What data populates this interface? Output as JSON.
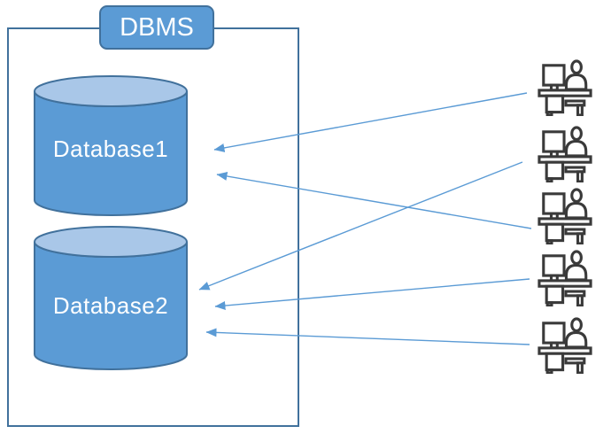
{
  "diagram": {
    "container_label": "DBMS",
    "databases": [
      {
        "id": "database1",
        "label": "Database1",
        "shape": "cylinder"
      },
      {
        "id": "database2",
        "label": "Database2",
        "shape": "cylinder"
      }
    ],
    "users": [
      {
        "id": "user-1",
        "icon": "person-at-desk-with-computer-icon"
      },
      {
        "id": "user-2",
        "icon": "person-at-desk-with-computer-icon"
      },
      {
        "id": "user-3",
        "icon": "person-at-desk-with-computer-icon"
      },
      {
        "id": "user-4",
        "icon": "person-at-desk-with-computer-icon"
      },
      {
        "id": "user-5",
        "icon": "person-at-desk-with-computer-icon"
      }
    ],
    "connections": [
      {
        "from": "user-1",
        "to": "Database1"
      },
      {
        "from": "user-2",
        "to": "Database2"
      },
      {
        "from": "user-3",
        "to": "Database1"
      },
      {
        "from": "user-4",
        "to": "Database2"
      },
      {
        "from": "user-5",
        "to": "Database2"
      }
    ],
    "colors": {
      "shape_fill": "#5B9BD5",
      "cylinder_top_fill": "#A9C7E8",
      "shape_border": "#41719C",
      "boundary_border": "#41719C",
      "arrow": "#5B9BD5",
      "icon_stroke": "#3A3A3A",
      "label_text": "#FFFFFF"
    }
  }
}
